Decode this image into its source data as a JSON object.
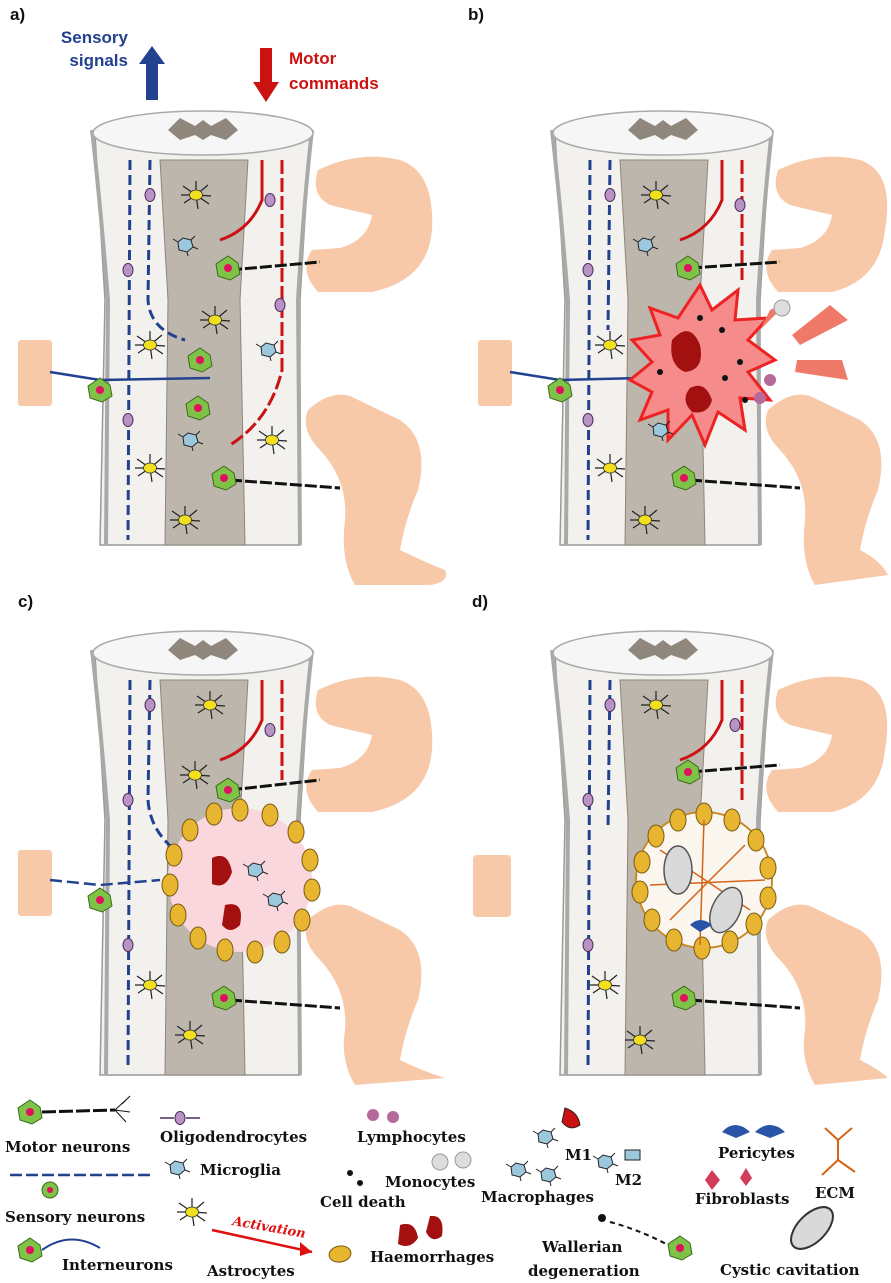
{
  "panels": {
    "a": {
      "label": "a)"
    },
    "b": {
      "label": "b)"
    },
    "c": {
      "label": "c)"
    },
    "d": {
      "label": "d)"
    }
  },
  "arrows": {
    "sensory": {
      "line1": "Sensory",
      "line2": "signals",
      "color": "#22418f"
    },
    "motor": {
      "line1": "Motor",
      "line2": "commands",
      "color": "#cc1111"
    }
  },
  "legend": {
    "motor_neurons": "Motor neurons",
    "sensory_neurons": "Sensory neurons",
    "interneurons": "Interneurons",
    "oligodendrocytes": "Oligodendrocytes",
    "microglia": "Microglia",
    "activation": "Activation",
    "astrocytes": "Astrocytes",
    "lymphocytes": "Lymphocytes",
    "monocytes": "Monocytes",
    "cell_death": "Cell death",
    "haemorrhages": "Haemorrhages",
    "m1": "M1",
    "m2": "M2",
    "macrophages": "Macrophages",
    "wallerian": "Wallerian",
    "degeneration": "degeneration",
    "pericytes": "Pericytes",
    "fibroblasts": "Fibroblasts",
    "ecm": "ECM",
    "cystic": "Cystic cavitation"
  },
  "colors": {
    "sensory_blue": "#22418f",
    "motor_red": "#cc1111",
    "skin": "#f8c9a8",
    "grey_matter": "#bdb6ad",
    "white_matter": "#f3f1ee",
    "astrocyte_yellow": "#f2df1e",
    "reactive_orange": "#e8b530"
  }
}
